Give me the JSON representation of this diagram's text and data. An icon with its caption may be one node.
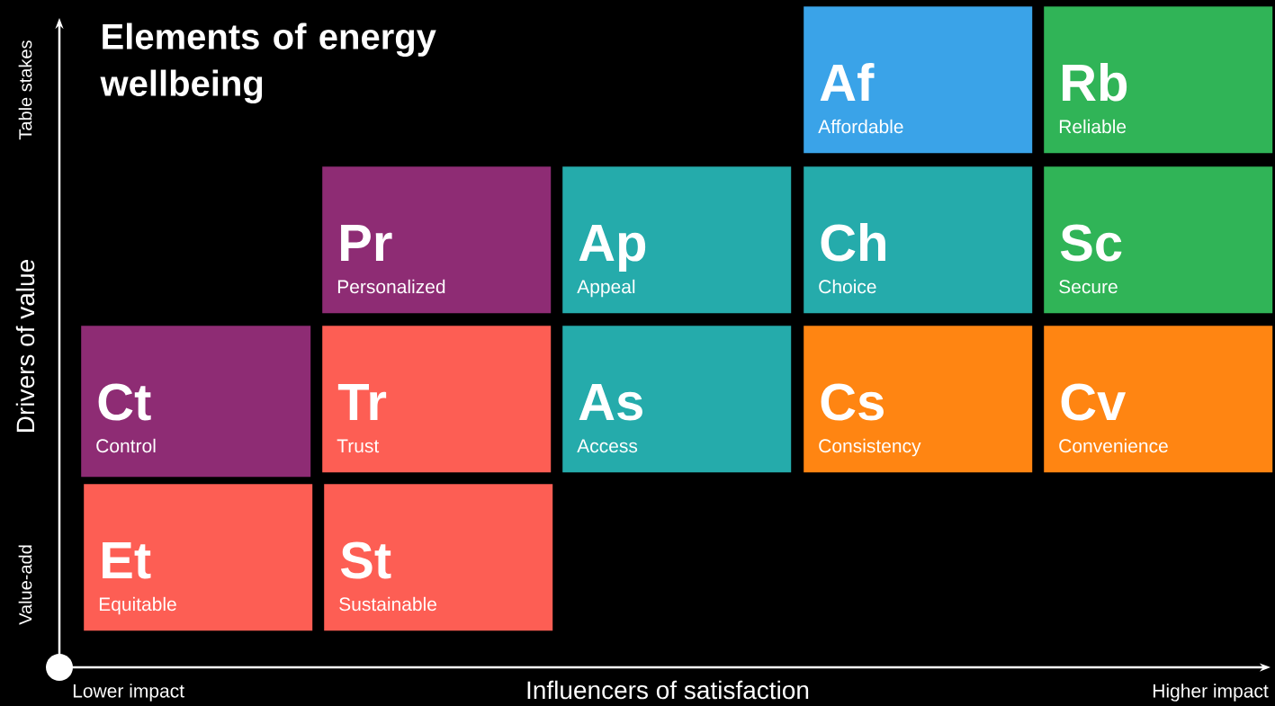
{
  "diagram": {
    "title": "Elements of energy wellbeing",
    "nodes": [
      {
        "text": [
          "Af",
          "Affordable"
        ]
      },
      {
        "text": [
          "Rb",
          "Reliable"
        ]
      },
      {
        "text": [
          "Pr",
          "Personalized"
        ]
      },
      {
        "text": [
          "Ap",
          "Appeal"
        ]
      },
      {
        "text": [
          "Ch",
          "Choice"
        ]
      },
      {
        "text": [
          "Sc",
          "Secure"
        ]
      },
      {
        "text": [
          "Ct",
          "Control"
        ]
      },
      {
        "text": [
          "Tr",
          "Trust"
        ]
      },
      {
        "text": [
          "As",
          "Access"
        ]
      },
      {
        "text": [
          "Cs",
          "Consistency"
        ]
      },
      {
        "text": [
          "Cv",
          "Convenience"
        ]
      },
      {
        "text": [
          "Et",
          "Equitable"
        ]
      },
      {
        "text": [
          "St",
          "Sustainable"
        ]
      }
    ],
    "labels": [
      "Table stakes",
      "Drivers of value",
      "Value-add",
      "Lower impact",
      "Influencers of satisfaction",
      "Higher impact"
    ]
  }
}
